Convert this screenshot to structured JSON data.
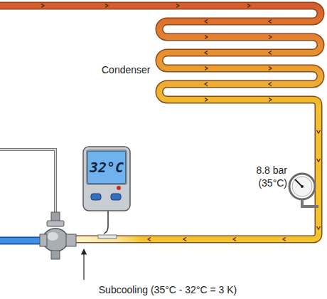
{
  "diagram": {
    "nodes": [
      {
        "text": [
          "32°C"
        ]
      }
    ],
    "labels": [
      "Condenser",
      "8.8 bar",
      "(35°C)",
      "Subcooling (35°C - 32°C = 3 K)"
    ]
  }
}
